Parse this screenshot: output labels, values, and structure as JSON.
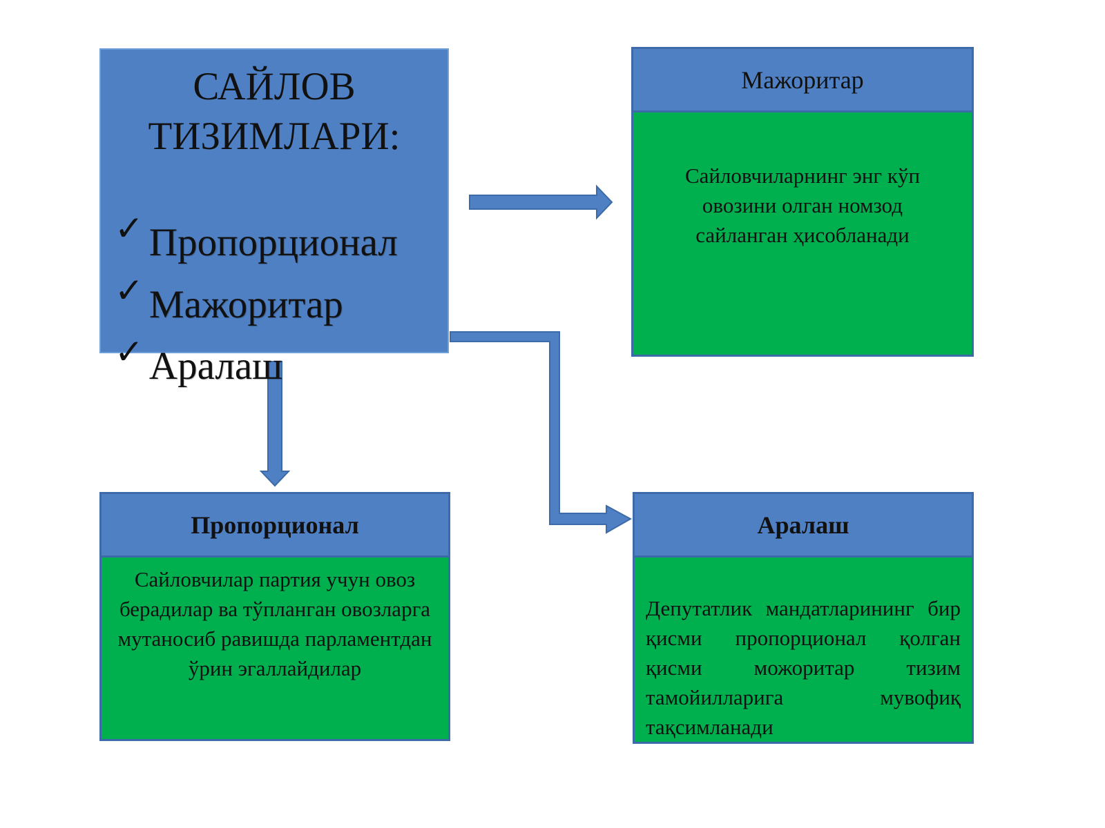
{
  "main": {
    "title_line1": "САЙЛОВ",
    "title_line2": "ТИЗИМЛАРИ:",
    "check_glyph": "✓",
    "items": [
      "Пропорционал",
      "Мажоритар",
      "Аралаш"
    ]
  },
  "majoritar": {
    "title": "Мажоритар",
    "text": "Сайловчиларнинг энг кўп овозини олган номзод сайланган ҳисобланади"
  },
  "proportional": {
    "title": "Пропорционал",
    "text": "Сайловчилар партия учун овоз берадилар ва тўпланган овозларга мутаносиб равишда парламентдан ўрин эгаллайдилар"
  },
  "mixed": {
    "title": "Аралаш",
    "text": "Депутатлик мандатларининг бир қисми пропорционал қолган қисми можоритар тизим тамойилларига мувофиқ тақсимланади"
  },
  "colors": {
    "blue": "#4f80c3",
    "green": "#00b04f",
    "border": "#3d6aa8"
  }
}
